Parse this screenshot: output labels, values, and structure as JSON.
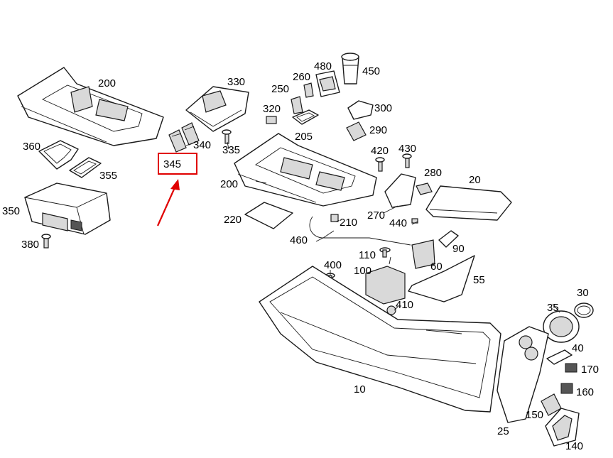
{
  "highlight": {
    "label": "345",
    "color": "#e00000"
  },
  "callouts": {
    "p200a": "200",
    "p330": "330",
    "p260": "260",
    "p480": "480",
    "p450": "450",
    "p250": "250",
    "p320": "320",
    "p300": "300",
    "p205": "205",
    "p290": "290",
    "p340": "340",
    "p335": "335",
    "p420": "420",
    "p430": "430",
    "p360": "360",
    "p355": "355",
    "p200b": "200",
    "p280": "280",
    "p20": "20",
    "p350": "350",
    "p220": "220",
    "p210": "210",
    "p270": "270",
    "p440": "440",
    "p380": "380",
    "p460": "460",
    "p90": "90",
    "p110": "110",
    "p60": "60",
    "p400": "400",
    "p100": "100",
    "p55": "55",
    "p30": "30",
    "p410": "410",
    "p35": "35",
    "p40": "40",
    "p170": "170",
    "p10": "10",
    "p160": "160",
    "p150": "150",
    "p25": "25",
    "p140": "140"
  }
}
